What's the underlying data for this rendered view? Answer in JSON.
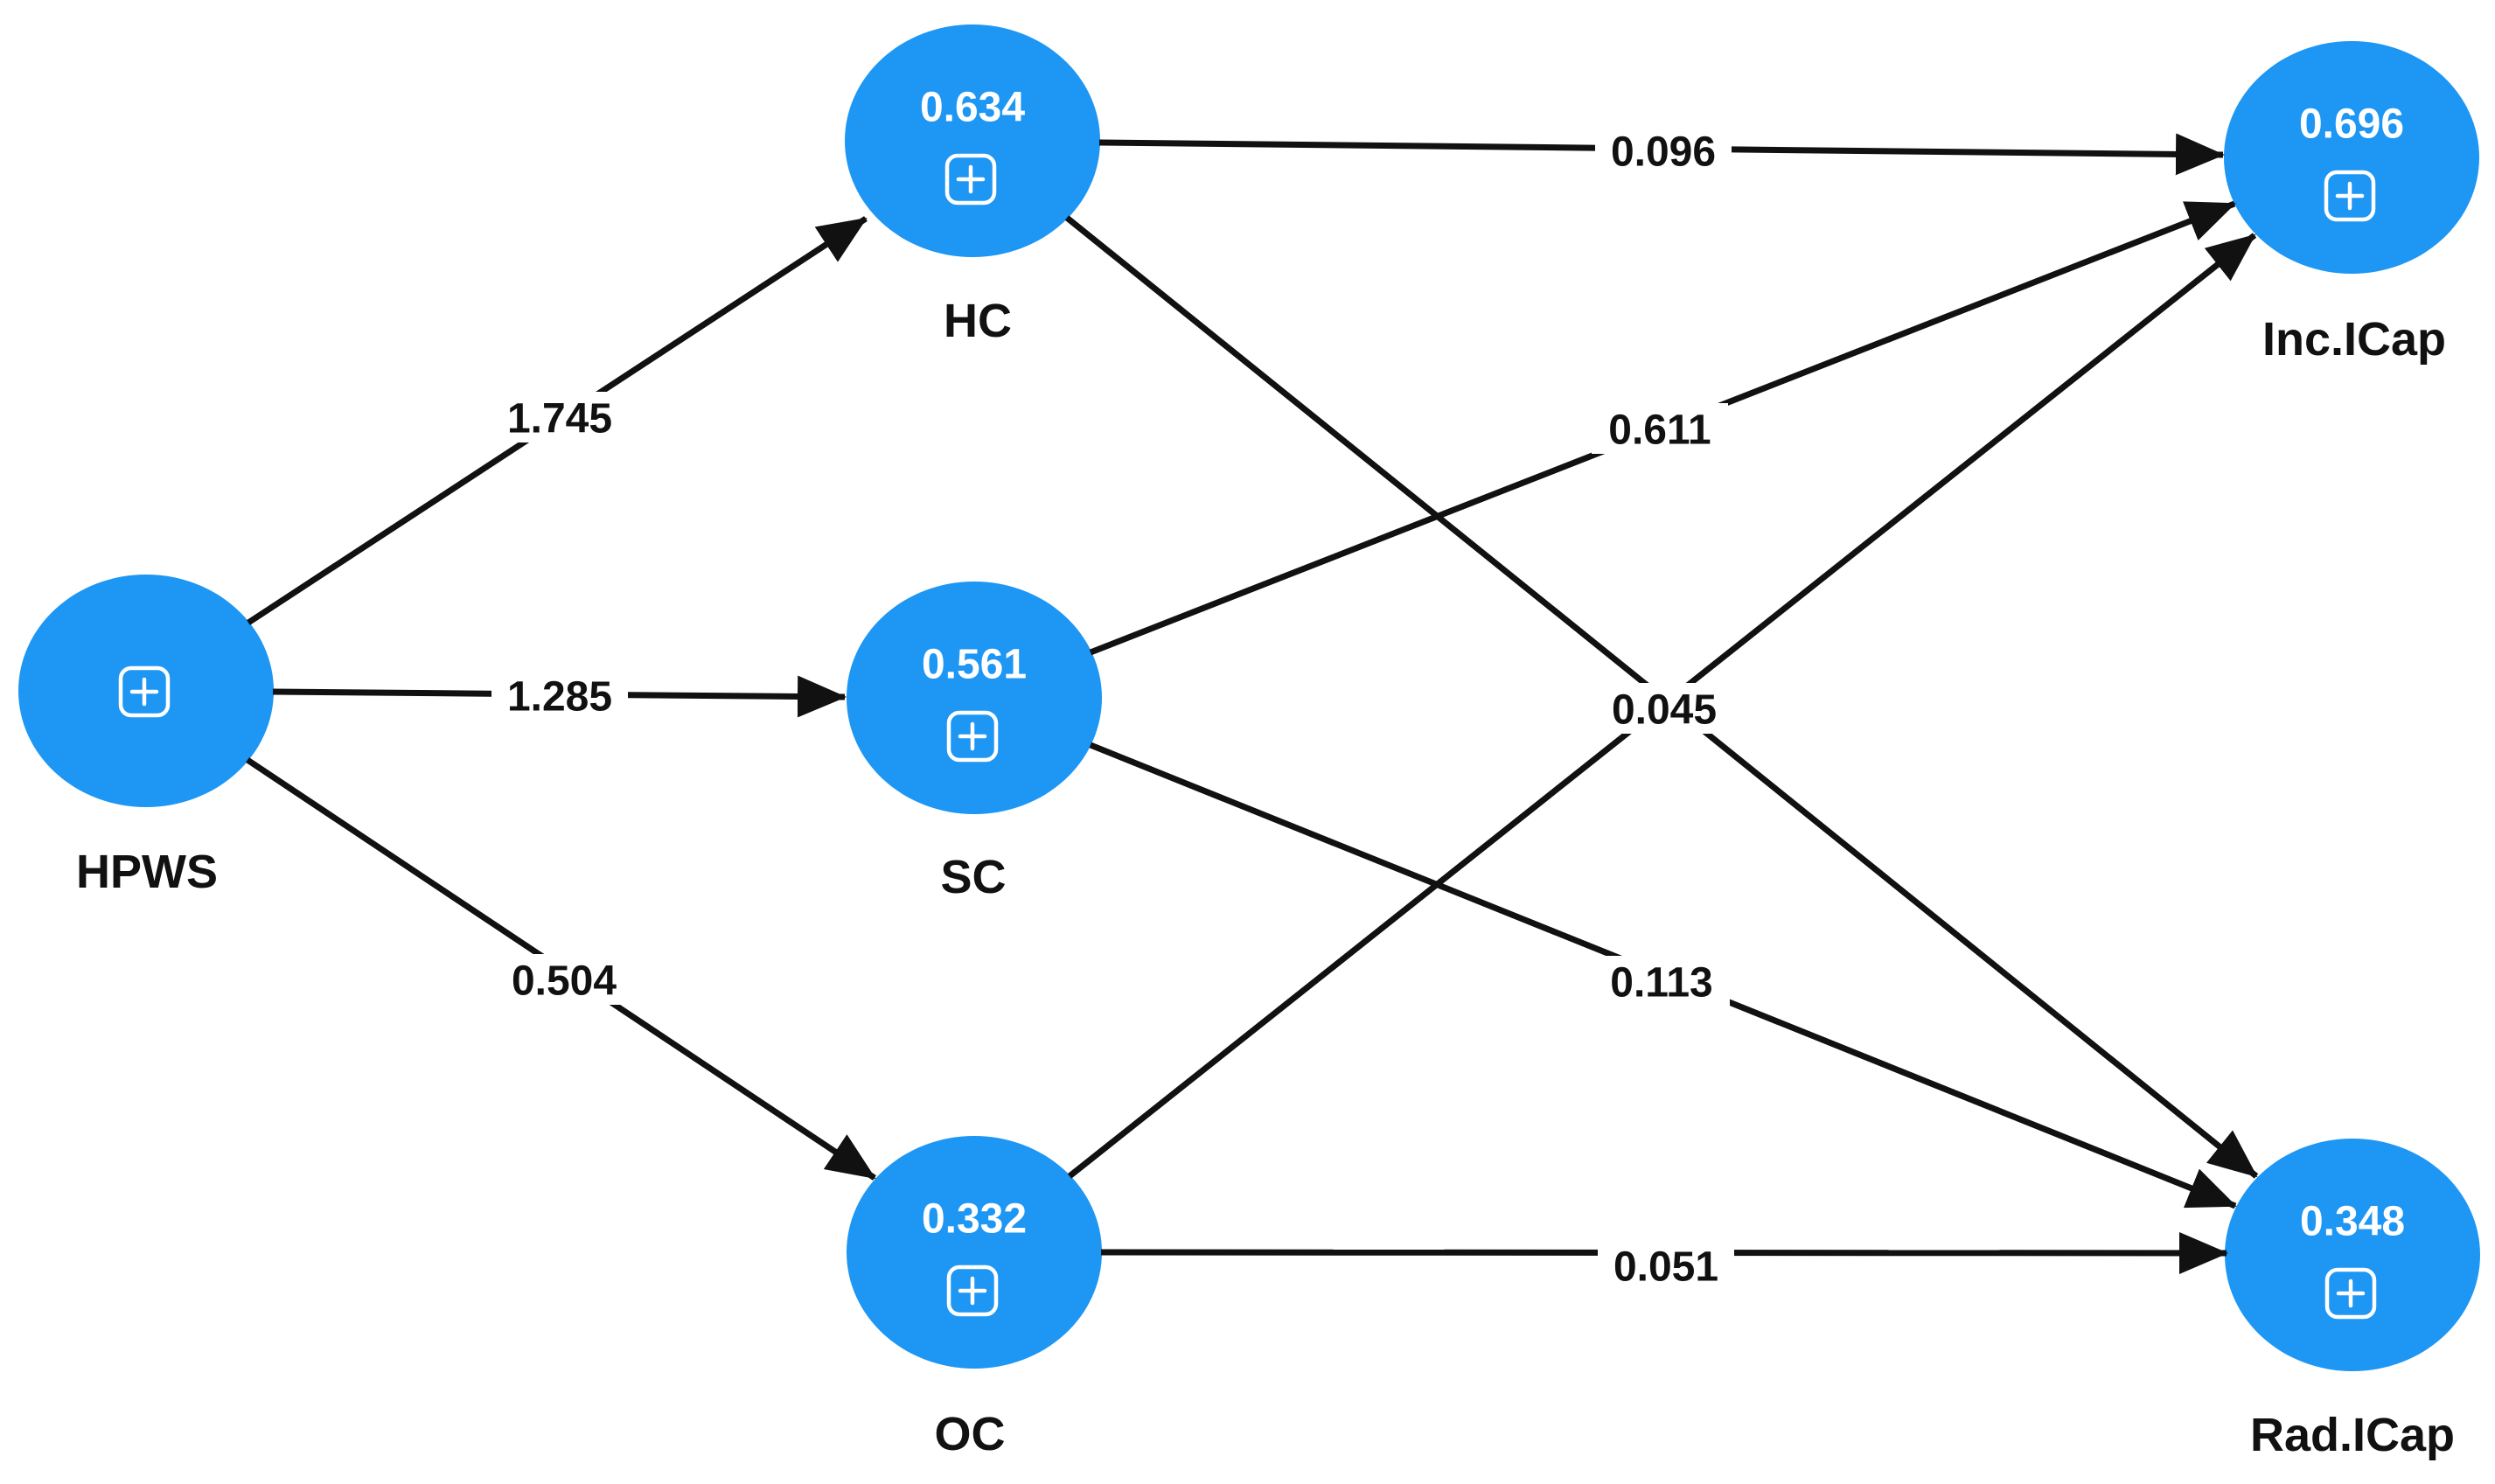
{
  "colors": {
    "background": "#ffffff",
    "node_fill": "#1d96f4",
    "node_text": "#ffffff",
    "edge": "#111111",
    "label_text": "#111111"
  },
  "icons": {
    "expand_icon": "plus-square"
  },
  "nodes": {
    "hpws": {
      "name": "HPWS"
    },
    "hc": {
      "name": "HC",
      "r2": "0.634"
    },
    "sc": {
      "name": "SC",
      "r2": "0.561"
    },
    "oc": {
      "name": "OC",
      "r2": "0.332"
    },
    "inc_icap": {
      "name": "Inc.ICap",
      "r2": "0.696"
    },
    "rad_icap": {
      "name": "Rad.ICap",
      "r2": "0.348"
    }
  },
  "paths": {
    "hpws_hc": {
      "from": "HPWS",
      "to": "HC",
      "coefficient": "1.745"
    },
    "hpws_sc": {
      "from": "HPWS",
      "to": "SC",
      "coefficient": "1.285"
    },
    "hpws_oc": {
      "from": "HPWS",
      "to": "OC",
      "coefficient": "0.504"
    },
    "hc_inc": {
      "from": "HC",
      "to": "Inc.ICap",
      "coefficient": "0.096"
    },
    "hc_rad": {
      "from": "HC",
      "to": "Rad.ICap"
    },
    "sc_inc": {
      "from": "SC",
      "to": "Inc.ICap",
      "coefficient": "0.611"
    },
    "sc_rad": {
      "from": "SC",
      "to": "Rad.ICap",
      "coefficient": "0.113"
    },
    "oc_inc": {
      "from": "OC",
      "to": "Inc.ICap",
      "coefficient": "0.045"
    },
    "oc_rad": {
      "from": "OC",
      "to": "Rad.ICap",
      "coefficient": "0.051"
    }
  }
}
